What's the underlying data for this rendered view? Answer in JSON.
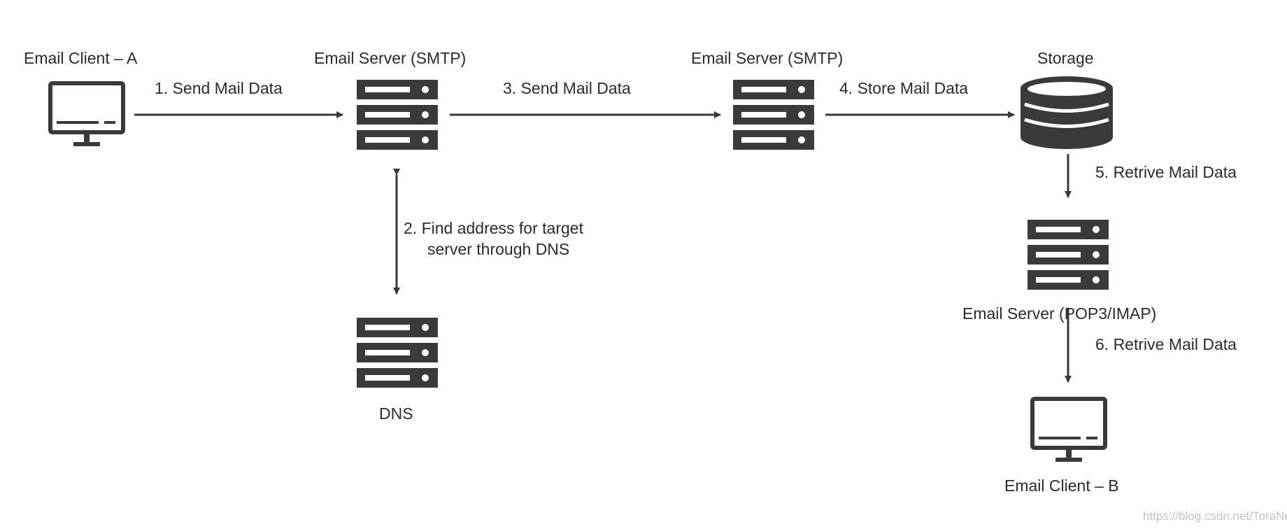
{
  "nodes": {
    "client_a": "Email Client – A",
    "smtp_1": "Email Server (SMTP)",
    "smtp_2": "Email Server (SMTP)",
    "storage": "Storage",
    "dns": "DNS",
    "pop3_imap": "Email Server (POP3/IMAP)",
    "client_b": "Email Client – B"
  },
  "steps": {
    "s1": "1. Send Mail Data",
    "s2_line1": "2. Find address for target",
    "s2_line2": "server through DNS",
    "s3": "3. Send Mail Data",
    "s4": "4. Store Mail Data",
    "s5": "5. Retrive Mail Data",
    "s6": "6. Retrive Mail Data"
  },
  "watermark": "https://blog.csdn.net/ToraNe",
  "colors": {
    "icon": "#3a3a3a",
    "arrow": "#3a3a3a",
    "text": "#2b2b2b",
    "background": "#ffffff"
  },
  "icons": {
    "client_a": "monitor-icon",
    "smtp_1": "server-icon",
    "smtp_2": "server-icon",
    "storage": "database-icon",
    "dns": "server-icon",
    "pop3_imap": "server-icon",
    "client_b": "monitor-icon"
  }
}
